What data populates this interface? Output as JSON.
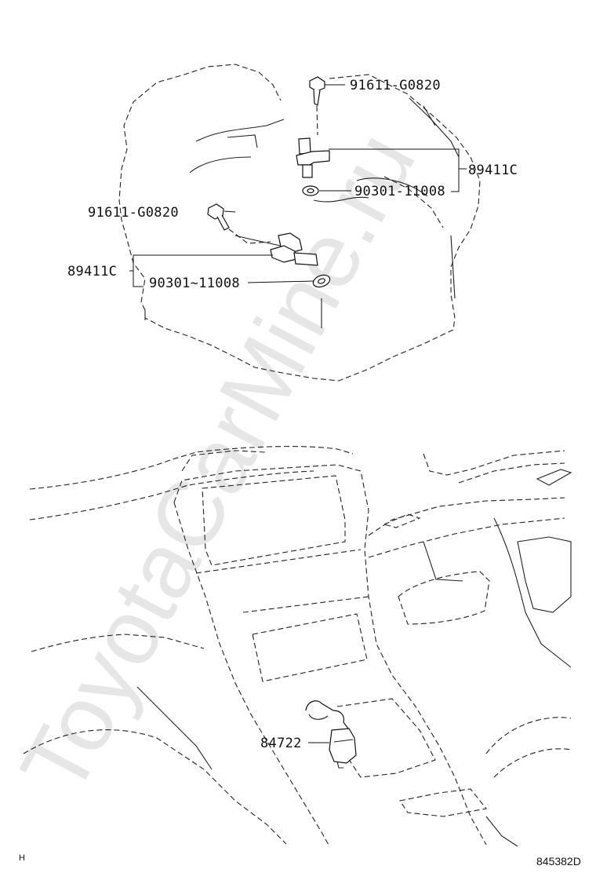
{
  "watermark": "ToyotaCarMine.ru",
  "labels": {
    "bolt_upper": "91611-G0820",
    "sensor_right": "89411C",
    "gasket_upper": "90301-11008",
    "bolt_lower": "91611-G0820",
    "sensor_left": "89411C",
    "gasket_lower": "90301~11008",
    "switch": "84722"
  },
  "corner_mark": "H",
  "diagram_code": "845382D"
}
